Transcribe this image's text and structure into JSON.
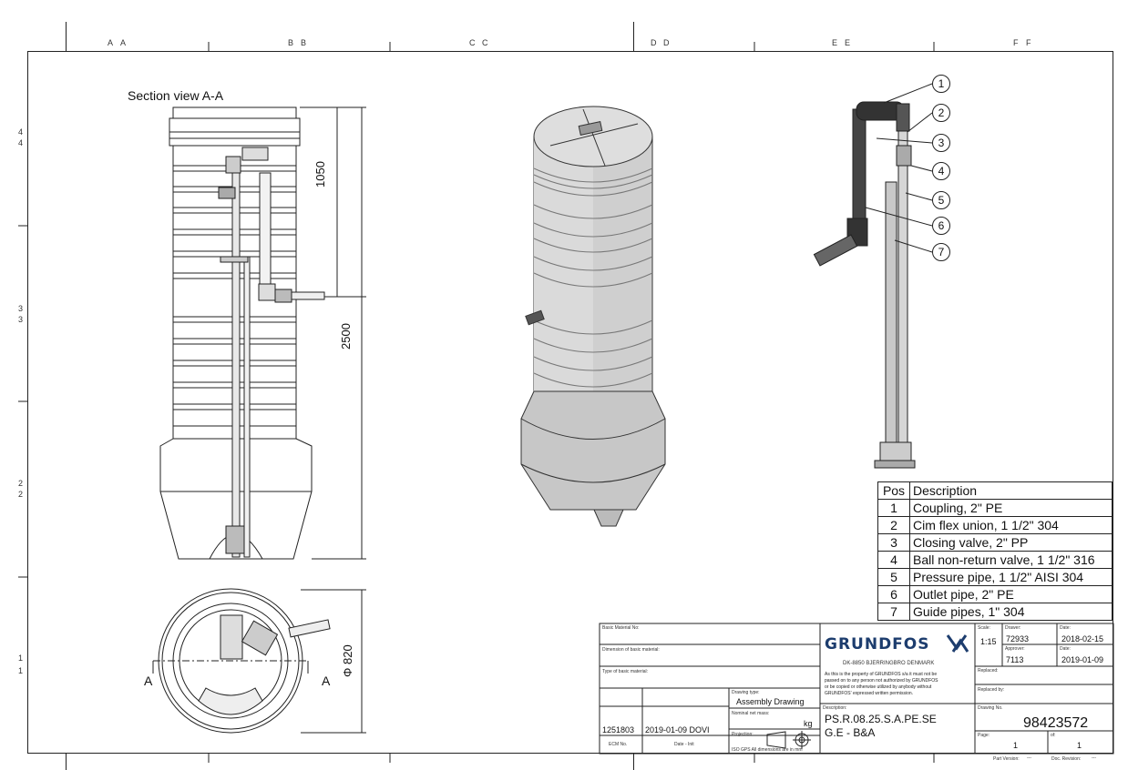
{
  "zones_top": [
    "A",
    "A",
    "B",
    "B",
    "C",
    "C",
    "D",
    "D",
    "E",
    "E",
    "F",
    "F"
  ],
  "zones_left": [
    "4",
    "4",
    "3",
    "3",
    "2",
    "2",
    "1",
    "1"
  ],
  "section_title": "Section view A-A",
  "dimensions": {
    "d1050": "1050",
    "d2500": "2500",
    "d820": "Φ 820",
    "sectionA_left": "A",
    "sectionA_right": "A"
  },
  "callouts": [
    "1",
    "2",
    "3",
    "4",
    "5",
    "6",
    "7"
  ],
  "parts_table": {
    "header": {
      "pos": "Pos",
      "desc": "Description"
    },
    "rows": [
      {
        "pos": "1",
        "desc": "Coupling, 2\" PE"
      },
      {
        "pos": "2",
        "desc": "Cim flex union, 1 1/2\" 304"
      },
      {
        "pos": "3",
        "desc": "Closing valve, 2\" PP"
      },
      {
        "pos": "4",
        "desc": "Ball non-return valve, 1 1/2\" 316"
      },
      {
        "pos": "5",
        "desc": "Pressure pipe, 1 1/2\" AISI 304"
      },
      {
        "pos": "6",
        "desc": "Outlet pipe, 2\" PE"
      },
      {
        "pos": "7",
        "desc": "Guide pipes, 1\" 304"
      }
    ]
  },
  "title_block": {
    "basic_material_no": "Basic Material No:",
    "dimension_basic_material": "Dimension of basic material:",
    "type_basic_material": "Type of basic material:",
    "ecm_no_label": "ECM No.",
    "date_init_label": "Date - Init",
    "ecm_no": "1251803",
    "date_init": "2019-01-09 DOVI",
    "drawing_type_label": "Drawing type:",
    "drawing_type": "Assembly Drawing",
    "nominal_mass_label": "Nominal net mass:",
    "mass_unit": "kg",
    "projection_label": "Projection:",
    "iso_note": "ISO GPS   All dimensions are in mm",
    "logo": "GRUNDFOS",
    "address": "DK-8850 BJERRINGBRO DENMARK",
    "property_note": "As this is the property of GRUNDFOS s/a it must not be\npassed on to any person not authorized by GRUNDFOS\nor be copied or otherwise utilized by anybody without\nGRUNDFOS' expressed written permission.",
    "description_label": "Description:",
    "description_line1": "PS.R.08.25.S.A.PE.SE",
    "description_line2": "G.E - B&A",
    "scale_label": "Scale:",
    "scale": "1:15",
    "drawer_label": "Drawer:",
    "drawer": "72933",
    "approver_label": "Approver:",
    "approver": "7113",
    "date_label1": "Date:",
    "date1": "2018-02-15",
    "date_label2": "Date:",
    "date2": "2019-01-09",
    "replaced_label": "Replaced:",
    "replaced_by_label": "Replaced by:",
    "drawing_no_label": "Drawing No.",
    "drawing_no": "98423572",
    "page_label": "Page:",
    "of_label": "of:",
    "page": "1",
    "of": "1",
    "part_version_label": "Part Version:",
    "part_version": "---",
    "doc_revision_label": "Doc. Revision:",
    "doc_revision": "---"
  },
  "colors": {
    "line": "#222222",
    "logo": "#1d3d6e",
    "shade": "#c9c9c9"
  }
}
